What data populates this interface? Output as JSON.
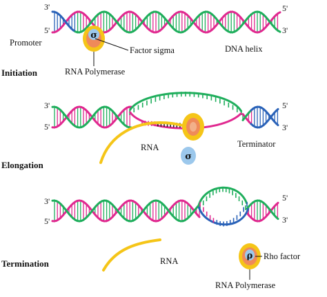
{
  "stages": [
    {
      "title": "Initiation",
      "left_top_prime": "3'",
      "left_bottom_prime": "5'",
      "right_top_prime": "5'",
      "right_bottom_prime": "3'",
      "labels": {
        "promoter": "Promoter",
        "factor_sigma": "Factor sigma",
        "dna_helix": "DNA helix",
        "rna_polymerase": "RNA Polymerase"
      },
      "sigma_glyph": "σ"
    },
    {
      "title": "Elongation",
      "left_top_prime": "3'",
      "left_bottom_prime": "5'",
      "right_top_prime": "5'",
      "right_bottom_prime": "3'",
      "labels": {
        "rna": "RNA",
        "terminator": "Terminator"
      },
      "sigma_glyph": "σ"
    },
    {
      "title": "Termination",
      "left_top_prime": "3'",
      "left_bottom_prime": "5'",
      "right_top_prime": "5'",
      "right_bottom_prime": "3'",
      "labels": {
        "rna": "RNA",
        "rho_factor": "Rho factor",
        "rna_polymerase": "RNA Polymerase"
      },
      "rho_glyph": "ρ"
    }
  ],
  "colors": {
    "strand_pink": "#e0288f",
    "strand_green": "#1fae5c",
    "promoter_blue": "#2a62b8",
    "rna_yellow": "#f5c518",
    "polymerase_core": "#ef8a5a",
    "sigma_blue": "#9cc8ec"
  }
}
